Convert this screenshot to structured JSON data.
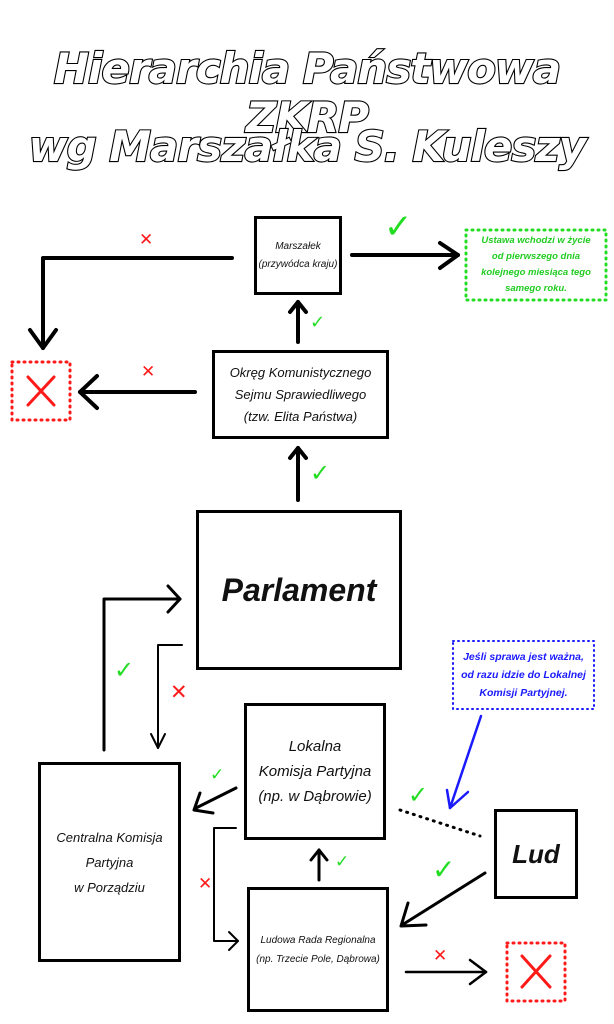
{
  "title": {
    "line1": "Hierarchia Państwowa ZKRP",
    "line2": "wg Marszałka S. Kuleszy"
  },
  "colors": {
    "approve": "#22dd22",
    "reject": "#ff1a1a",
    "note_blue": "#1a1aff",
    "line": "#000000"
  },
  "nodes": {
    "marszalek": {
      "label": "Marszałek\n(przywódca kraju)"
    },
    "okreg": {
      "label": "Okręg Komunistycznego\nSejmu Sprawiedliwego\n(tzw. Elita Państwa)"
    },
    "parlament": {
      "label": "Parlament"
    },
    "lokalna": {
      "label": "Lokalna\nKomisja Partyjna\n(np. w Dąbrowie)"
    },
    "centralna": {
      "label": "Centralna Komisja\nPartyjna\nw Porządziu"
    },
    "ludowa": {
      "label": "Ludowa Rada Regionalna\n(np. Trzecie Pole, Dąbrowa)"
    },
    "lud": {
      "label": "Lud"
    }
  },
  "notes": {
    "ustawa": "Ustawa wchodzi w życie\nod pierwszego dnia\nkolejnego miesiąca tego\nsamego roku.",
    "wazna": "Jeśli sprawa jest ważna,\nod razu idzie do Lokalnej\nKomisji Partyjnej."
  },
  "marks": {
    "check": "✓",
    "cross": "✕",
    "big_cross": "✕"
  },
  "edges": [
    {
      "from": "marszalek",
      "to": "ustawa",
      "result": "approve"
    },
    {
      "from": "marszalek",
      "to": "rejected-top",
      "result": "reject"
    },
    {
      "from": "okreg",
      "to": "marszalek",
      "result": "approve"
    },
    {
      "from": "okreg",
      "to": "rejected-top",
      "result": "reject"
    },
    {
      "from": "parlament",
      "to": "okreg",
      "result": "approve"
    },
    {
      "from": "centralna",
      "to": "parlament",
      "result": "approve"
    },
    {
      "from": "parlament",
      "to": "centralna",
      "result": "reject"
    },
    {
      "from": "lokalna",
      "to": "centralna",
      "result": "approve"
    },
    {
      "from": "lokalna",
      "to": "ludowa",
      "result": "reject"
    },
    {
      "from": "ludowa",
      "to": "lokalna",
      "result": "approve"
    },
    {
      "from": "lud",
      "to": "ludowa",
      "result": "approve"
    },
    {
      "from": "lud",
      "to": "lokalna",
      "result": "approve"
    },
    {
      "from": "ludowa",
      "to": "rejected-bottom",
      "result": "reject"
    }
  ]
}
